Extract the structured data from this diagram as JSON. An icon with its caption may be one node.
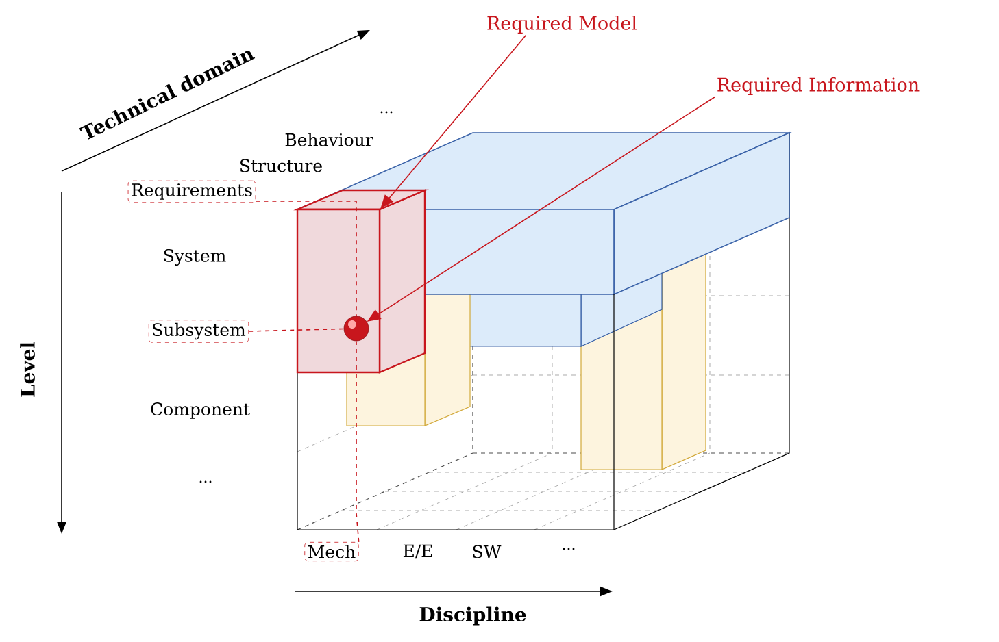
{
  "diagram": {
    "nodes": [
      {
        "text": [
          "Required Model"
        ]
      },
      {
        "text": [
          "Required Information"
        ]
      },
      {
        "text": [
          "Requirements"
        ]
      },
      {
        "text": [],
        "shape": "box"
      },
      {
        "text": [
          "Subsystem"
        ]
      },
      {
        "text": [],
        "shape": "circle",
        "in": 3
      },
      {
        "text": [
          "Mech"
        ]
      }
    ],
    "edges": [
      {
        "from": 0,
        "to": 3,
        "arrow": "to",
        "color": "#c8161d"
      },
      {
        "from": 1,
        "to": 5,
        "arrow": "to",
        "color": "#c8161d"
      },
      {
        "from": 2,
        "to": 5,
        "arrow": "none",
        "style": "dashed",
        "color": "#c8161d"
      },
      {
        "from": 4,
        "to": 5,
        "arrow": "none",
        "style": "dashed",
        "color": "#c8161d"
      },
      {
        "from": 6,
        "to": 5,
        "arrow": "none",
        "style": "dashed",
        "color": "#c8161d"
      }
    ],
    "labels": [
      "Technical domain",
      "...",
      "Behaviour",
      "Structure",
      "System",
      "Level",
      "Component",
      "...",
      "E/E",
      "SW",
      "...",
      "Discipline"
    ]
  }
}
